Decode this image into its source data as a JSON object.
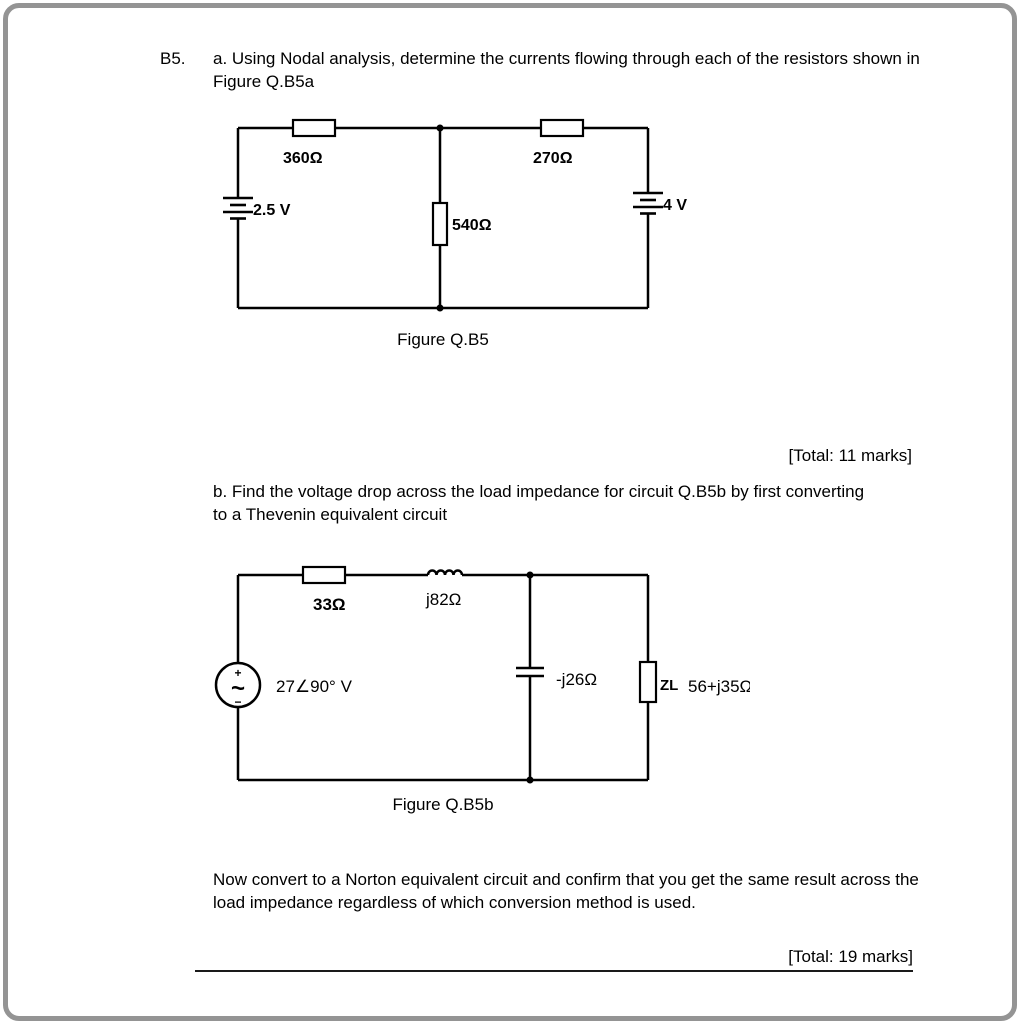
{
  "question": {
    "number": "B5.",
    "part_a": "a. Using Nodal analysis, determine the currents flowing through each of the resistors shown in Figure Q.B5a",
    "marks_a": "[Total: 11 marks]",
    "part_b": "b. Find the voltage drop across the load impedance for circuit Q.B5b by first converting to a Thevenin equivalent circuit",
    "closing": "Now convert to a Norton equivalent circuit and confirm that you get the same result across the load impedance regardless of which conversion method is used.",
    "marks_b": "[Total: 19 marks]"
  },
  "circuit_a": {
    "caption": "Figure Q.B5",
    "resistor_top_left": "360Ω",
    "resistor_top_right": "270Ω",
    "resistor_middle": "540Ω",
    "source_left": "2.5 V",
    "source_right": "4 V"
  },
  "circuit_b": {
    "caption": "Figure Q.B5b",
    "resistor": "33Ω",
    "inductor": "j82Ω",
    "capacitor": "-j26Ω",
    "load_name": "ZL",
    "load_value": "56+j35Ω",
    "source": "27∠90° V",
    "source_plus": "+",
    "source_wave": "~",
    "source_minus": "−"
  }
}
